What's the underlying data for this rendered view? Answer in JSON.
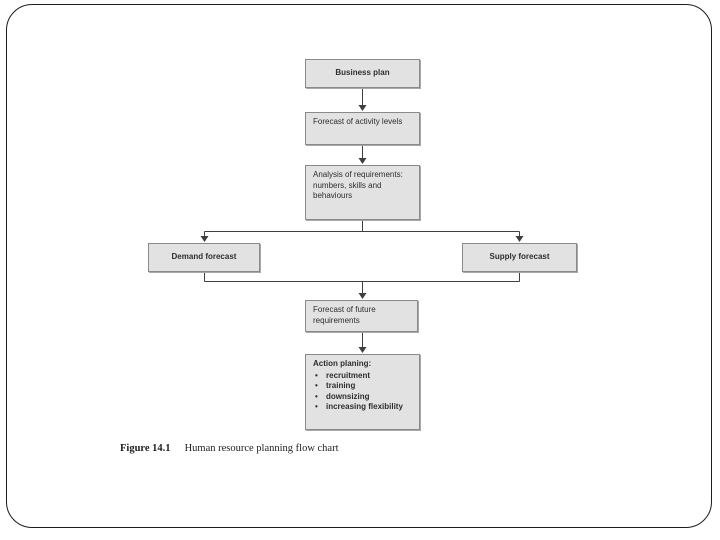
{
  "figure": {
    "caption_label": "Figure 14.1",
    "caption_text": "Human resource planning flow chart"
  },
  "flowchart": {
    "boxes": {
      "business_plan": "Business plan",
      "forecast_activity": "Forecast of activity levels",
      "analysis": "Analysis of requirements: numbers, skills and behaviours",
      "demand_forecast": "Demand forecast",
      "supply_forecast": "Supply forecast",
      "future_requirements": "Forecast of future requirements",
      "action_title": "Action planing:",
      "action_items": [
        "recruitment",
        "training",
        "downsizing",
        "increasing flexibility"
      ]
    },
    "colors": {
      "box_fill": "#e2e2e2",
      "box_border": "#8a8a8a",
      "connector_line": "#3f3f3f",
      "slide_border": "#1c1c1c"
    }
  }
}
